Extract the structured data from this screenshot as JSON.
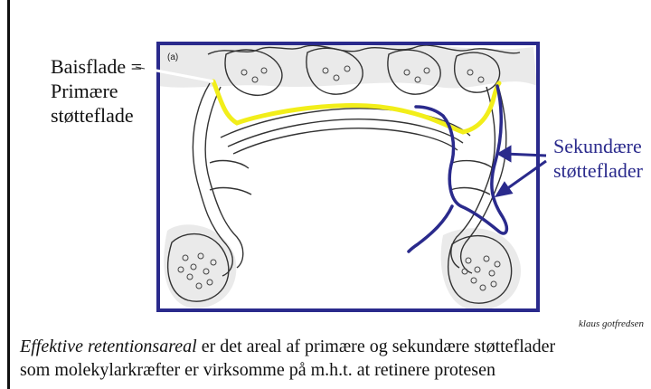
{
  "figure": {
    "panel_label": "(a)",
    "label_primary_line1": "Baisflade =",
    "label_primary_line2": "Primære",
    "label_primary_line3": "støtteflade",
    "label_secondary_line1": "Sekundære",
    "label_secondary_line2": "støtteflader",
    "credit": "klaus gotfredsen"
  },
  "caption": {
    "emphasis": "Effektive retentionsareal",
    "rest_line1": " er det areal af primære og sekundære støtteflader",
    "line2": "som molekylarkræfter er virksomme på m.h.t. at retinere protesen"
  },
  "colors": {
    "frame": "#2a2a8c",
    "primary_highlight": "#f2ee1a",
    "secondary_highlight": "#2a2a8c"
  }
}
